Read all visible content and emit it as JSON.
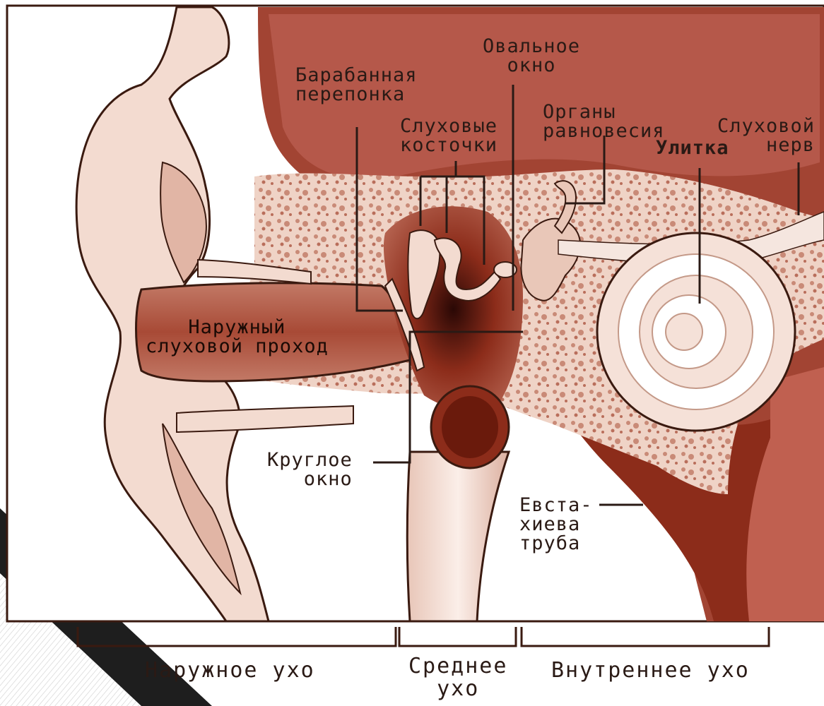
{
  "labels": {
    "tympanic_membrane": [
      "Барабанная",
      "перепонка"
    ],
    "oval_window": [
      "Овальное",
      "окно"
    ],
    "ossicles": [
      "Слуховые",
      "косточки"
    ],
    "balance_organs": [
      "Органы",
      "равновесия"
    ],
    "auditory_nerve": [
      "Слуховой",
      "нерв"
    ],
    "cochlea": "Улитка",
    "ear_canal": [
      "Наружный",
      "слуховой проход"
    ],
    "round_window": [
      "Круглое",
      "окно"
    ],
    "eustachian_tube": [
      "Евста-",
      "хиева",
      "труба"
    ]
  },
  "sections": {
    "outer_ear": "Наружное ухо",
    "middle_ear": [
      "Среднее",
      "ухо"
    ],
    "inner_ear": "Внутреннее ухо"
  },
  "colors": {
    "dark_tissue": "#8c2c1a",
    "mid_tissue": "#c47562",
    "light_tissue": "#f5e1d8",
    "bone": "#e8c3b3",
    "outline": "#3a1a10",
    "slide_ribbon": "#1e1e1e"
  }
}
